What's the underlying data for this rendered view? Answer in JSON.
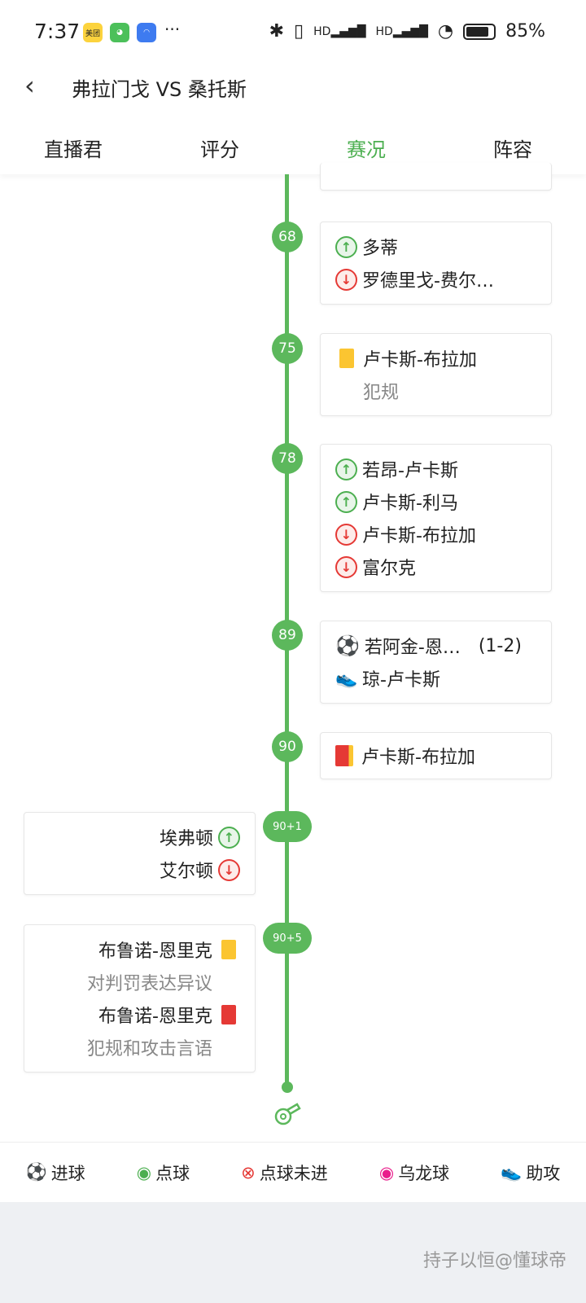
{
  "status": {
    "time": "7:37",
    "app_badge": "美团",
    "battery": "85%",
    "more": "···"
  },
  "header": {
    "title": "弗拉门戈 VS 桑托斯"
  },
  "tabs": [
    "直播君",
    "评分",
    "赛况",
    "阵容"
  ],
  "events": [
    {
      "minute": "68",
      "rows": [
        {
          "type": "sub-in",
          "text": "多蒂"
        },
        {
          "type": "sub-out",
          "text": "罗德里戈-费尔…"
        }
      ]
    },
    {
      "minute": "75",
      "rows": [
        {
          "type": "yellow",
          "text": "卢卡斯-布拉加"
        }
      ],
      "note": "犯规"
    },
    {
      "minute": "78",
      "rows": [
        {
          "type": "sub-in",
          "text": "若昂-卢卡斯"
        },
        {
          "type": "sub-in",
          "text": "卢卡斯-利马"
        },
        {
          "type": "sub-out",
          "text": "卢卡斯-布拉加"
        },
        {
          "type": "sub-out",
          "text": "富尔克"
        }
      ]
    },
    {
      "minute": "89",
      "rows": [
        {
          "type": "goal",
          "text": "若阿金-恩…",
          "score": "(1-2)"
        },
        {
          "type": "assist",
          "text": "琼-卢卡斯"
        }
      ]
    },
    {
      "minute": "90",
      "rows": [
        {
          "type": "second-yellow",
          "text": "卢卡斯-布拉加"
        }
      ]
    },
    {
      "minute": "90+1",
      "rows": [
        {
          "type": "sub-in",
          "text": "埃弗顿"
        },
        {
          "type": "sub-out",
          "text": "艾尔顿"
        }
      ]
    },
    {
      "minute": "90+5",
      "rows": [
        {
          "type": "yellow",
          "text": "布鲁诺-恩里克",
          "note": "对判罚表达异议"
        },
        {
          "type": "red",
          "text": "布鲁诺-恩里克",
          "note": "犯规和攻击言语"
        }
      ]
    }
  ],
  "legend": [
    "进球",
    "点球",
    "点球未进",
    "乌龙球",
    "助攻"
  ],
  "watermark": "持子以恒@懂球帝"
}
